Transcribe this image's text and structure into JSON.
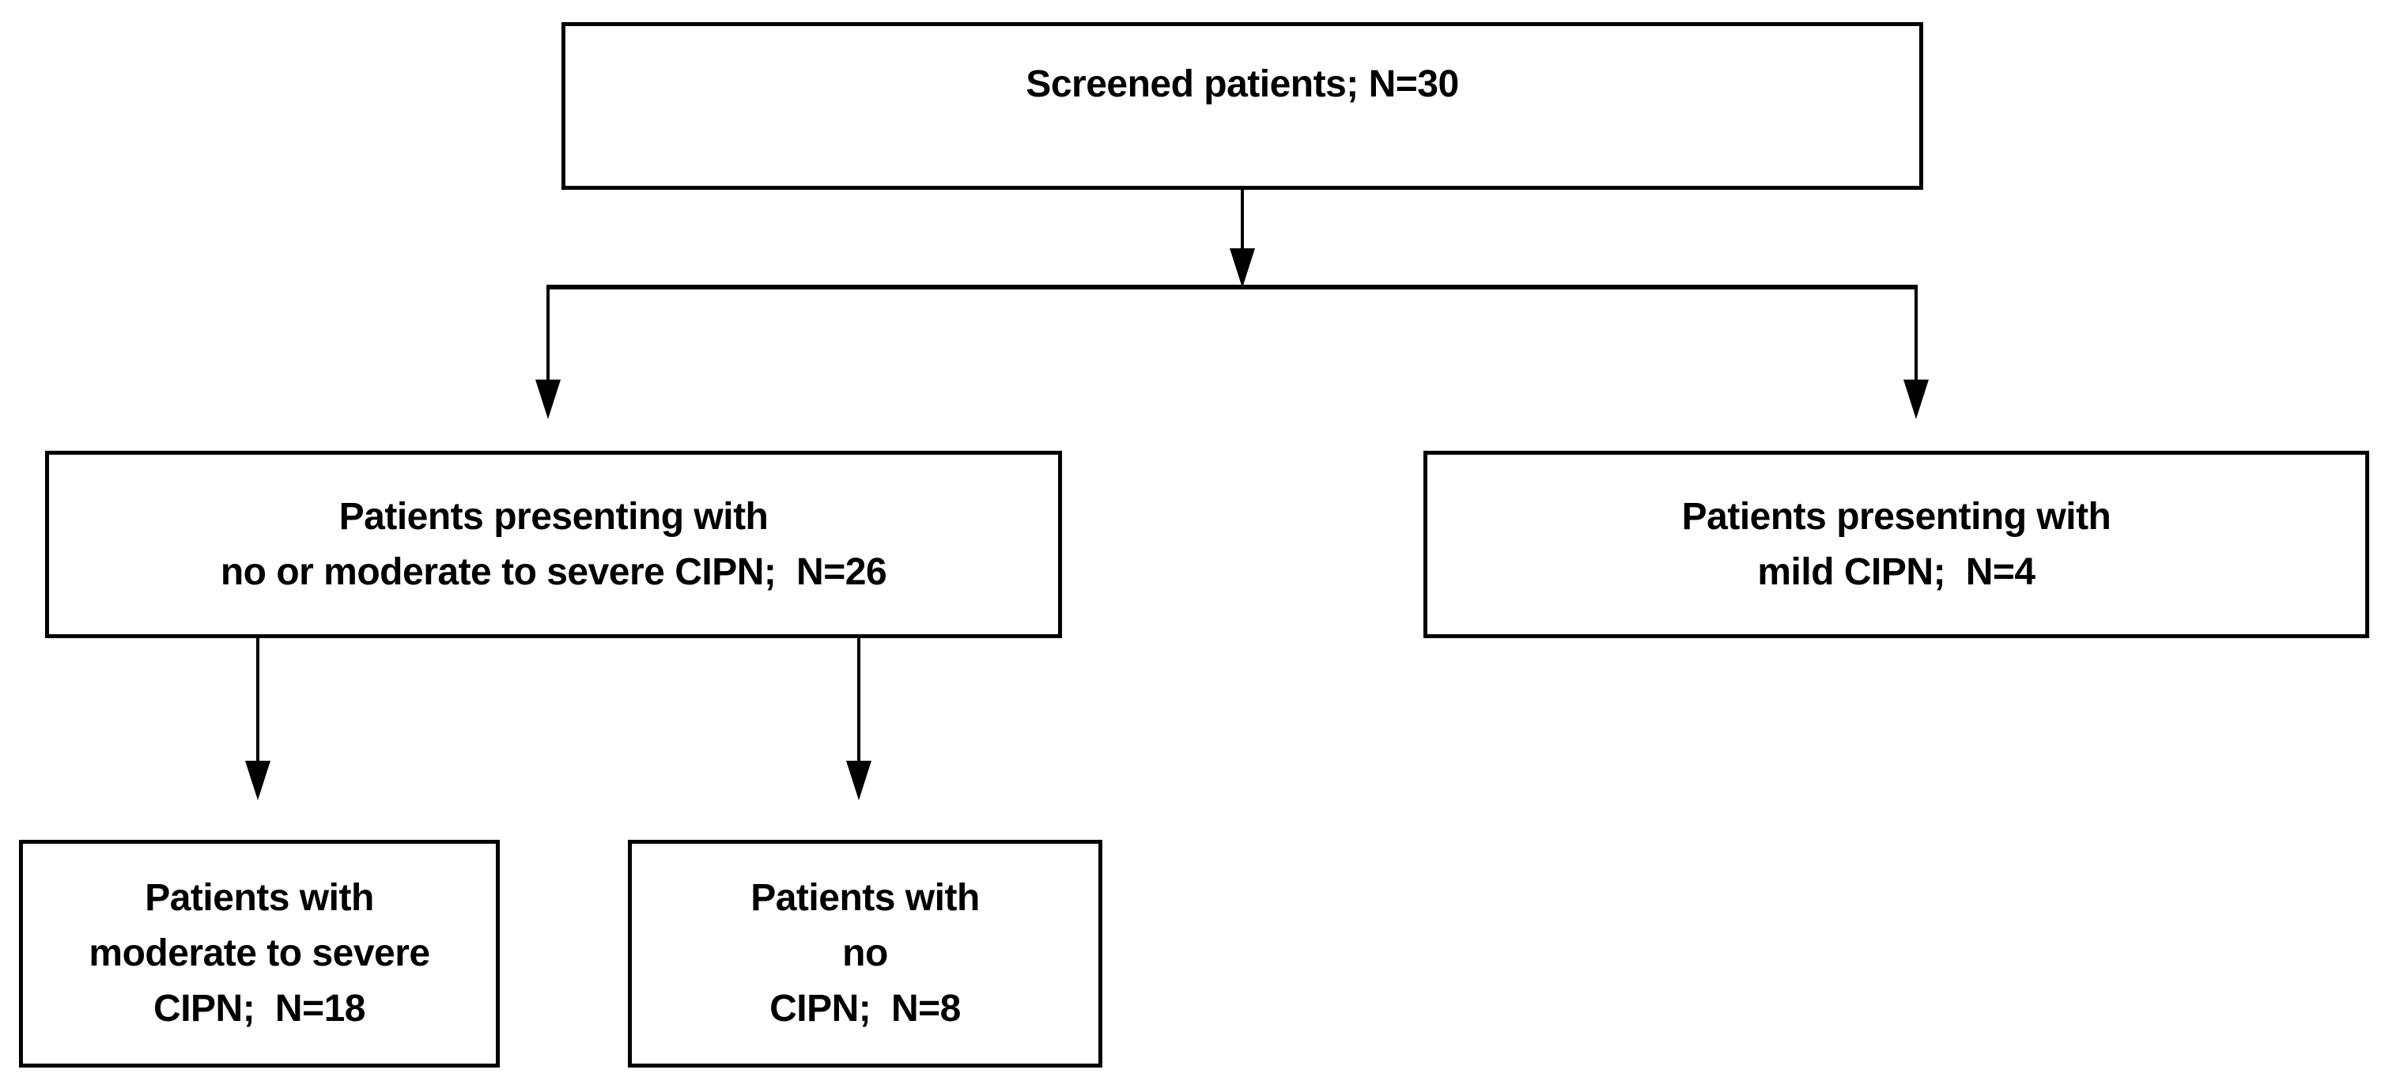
{
  "colors": {
    "background": "#ffffff",
    "box_fill": "#ffffff",
    "box_border": "#000000",
    "line": "#000000",
    "text": "#000000"
  },
  "nodes": [
    {
      "id": "screened",
      "lines": [
        "Screened patients; N=30"
      ],
      "n": 30
    },
    {
      "id": "no_or_moderate_to_severe",
      "lines": [
        "Patients presenting with",
        "no or moderate to severe CIPN;  N=26"
      ],
      "n": 26
    },
    {
      "id": "mild",
      "lines": [
        "Patients presenting with",
        "mild CIPN;  N=4"
      ],
      "n": 4
    },
    {
      "id": "moderate_to_severe",
      "lines": [
        "Patients with",
        "moderate to severe",
        "CIPN;  N=18"
      ],
      "n": 18
    },
    {
      "id": "no_cipn",
      "lines": [
        "Patients with",
        "no",
        "CIPN;  N=8"
      ],
      "n": 8
    }
  ],
  "edges": [
    {
      "from": "screened",
      "to": "no_or_moderate_to_severe"
    },
    {
      "from": "screened",
      "to": "mild"
    },
    {
      "from": "no_or_moderate_to_severe",
      "to": "moderate_to_severe"
    },
    {
      "from": "no_or_moderate_to_severe",
      "to": "no_cipn"
    }
  ]
}
